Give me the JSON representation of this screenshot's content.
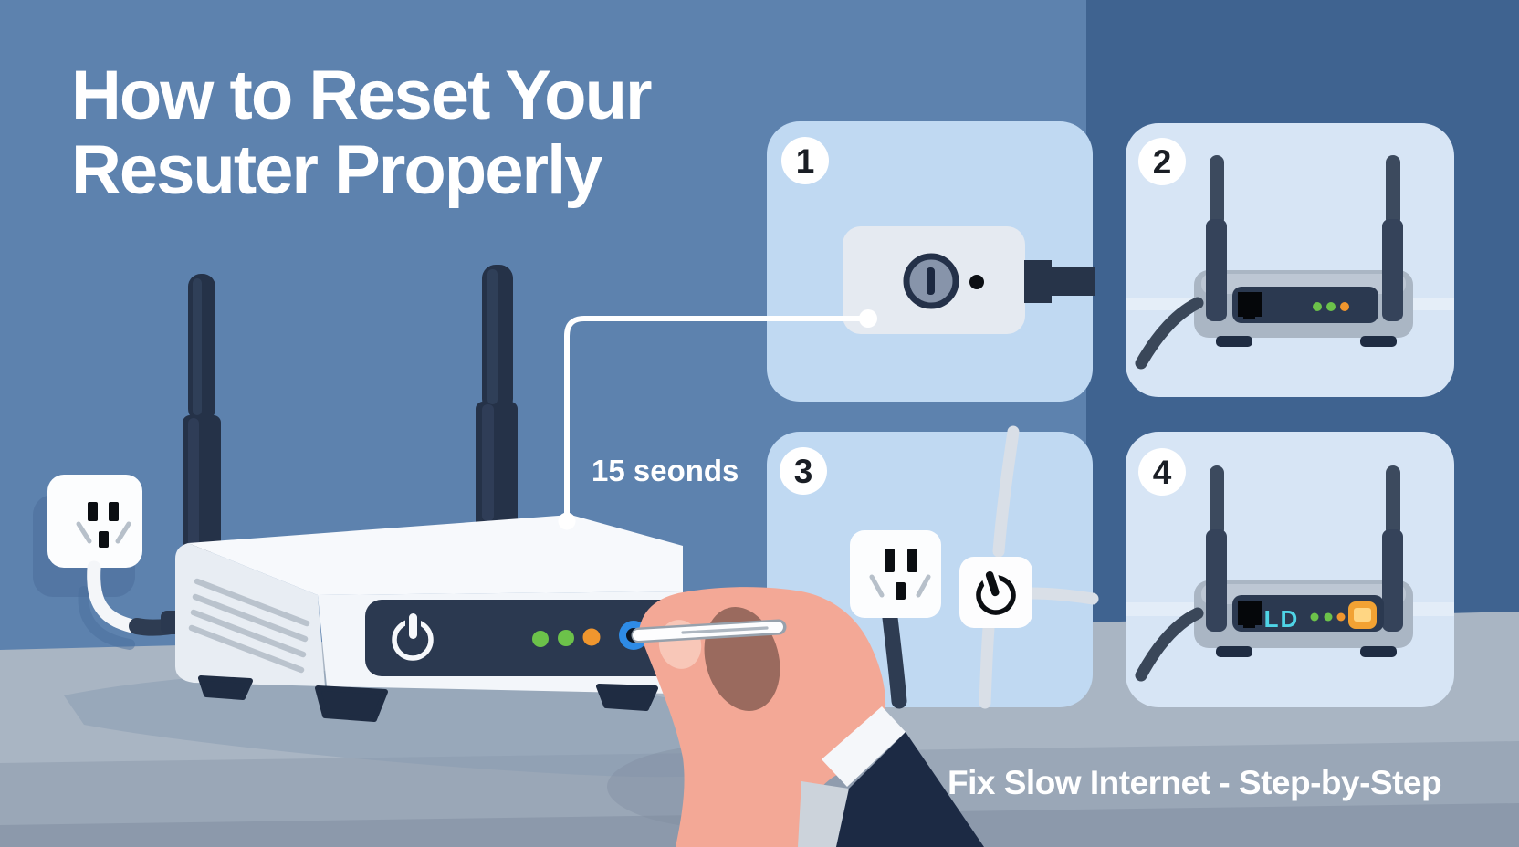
{
  "title": {
    "line1": "How to Reset Your",
    "line2": "Resuter Properly"
  },
  "callout": {
    "label": "15 seonds"
  },
  "caption": "Fix Slow Internet - Step-by-Step",
  "steps": [
    {
      "number": "1",
      "icon": "reset-pinhole-closeup"
    },
    {
      "number": "2",
      "icon": "router-with-status-leds"
    },
    {
      "number": "3",
      "icon": "power-outlet-and-power-symbol"
    },
    {
      "number": "4",
      "icon": "router-with-ld-display-and-orange-button"
    }
  ],
  "panel4": {
    "display_text": "LD"
  },
  "colors": {
    "wall": "#5d82ae",
    "wall-dark": "#3f6390",
    "desk": "#a9b5c3",
    "desk-mid": "#9aa7b7",
    "desk-front": "#8c99ab",
    "panel": "#c0d9f2",
    "panel-light": "#d7e5f5",
    "navy": "#2b3950",
    "antenna": "#253248",
    "router-grey": "#aab6c4",
    "led-green": "#6cc24a",
    "led-orange": "#f0962e",
    "reset-blue": "#2e8be6",
    "skin": "#f3a896",
    "skin-light": "#f8c7b8",
    "skin-dark": "#9a6a5e",
    "suit": "#1c2a44",
    "cable-dark": "#2e3c52",
    "cable-light": "#d9dfe7",
    "plate": "#e5eaf1",
    "display-cyan": "#4fd4e6",
    "button-orange": "#f2a233",
    "button-orange-light": "#ffd683",
    "badge-text": "#1a1e25",
    "line-white": "#ffffff"
  }
}
